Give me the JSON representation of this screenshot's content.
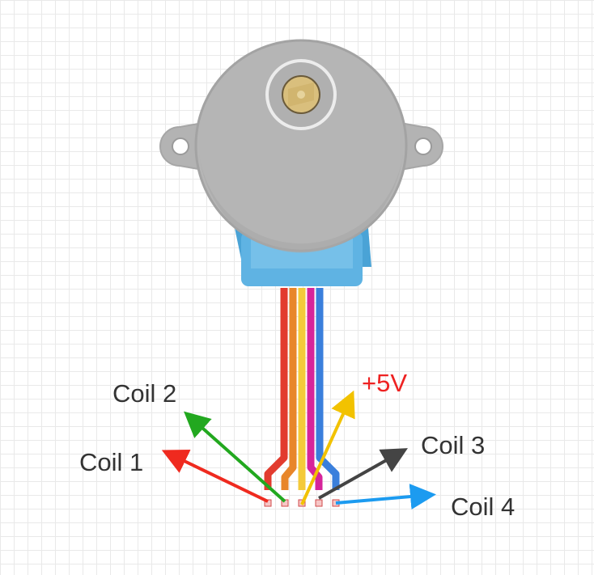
{
  "colors": {
    "motor_body": "#b5b5b5",
    "motor_outline": "#a3a3a3",
    "shaft": "#d9bf7d",
    "connector_housing": "#5fb3e3",
    "wire_red": "#e23b2e",
    "wire_orange": "#e8862a",
    "wire_yellow": "#f4ca3a",
    "wire_pink": "#d6249b",
    "wire_blue": "#3a7fdc",
    "arrow_red": "#ef2a1f",
    "arrow_green": "#22a81f",
    "arrow_yellow": "#f2c200",
    "arrow_black": "#444444",
    "arrow_blue": "#1c9bf0"
  },
  "labels": [
    {
      "id": "coil2",
      "text": "Coil 2",
      "color": "#333333"
    },
    {
      "id": "coil1",
      "text": "Coil 1",
      "color": "#333333"
    },
    {
      "id": "5v",
      "text": "+5V",
      "color": "#ee2222"
    },
    {
      "id": "coil3",
      "text": "Coil 3",
      "color": "#333333"
    },
    {
      "id": "coil4",
      "text": "Coil 4",
      "color": "#333333"
    }
  ]
}
